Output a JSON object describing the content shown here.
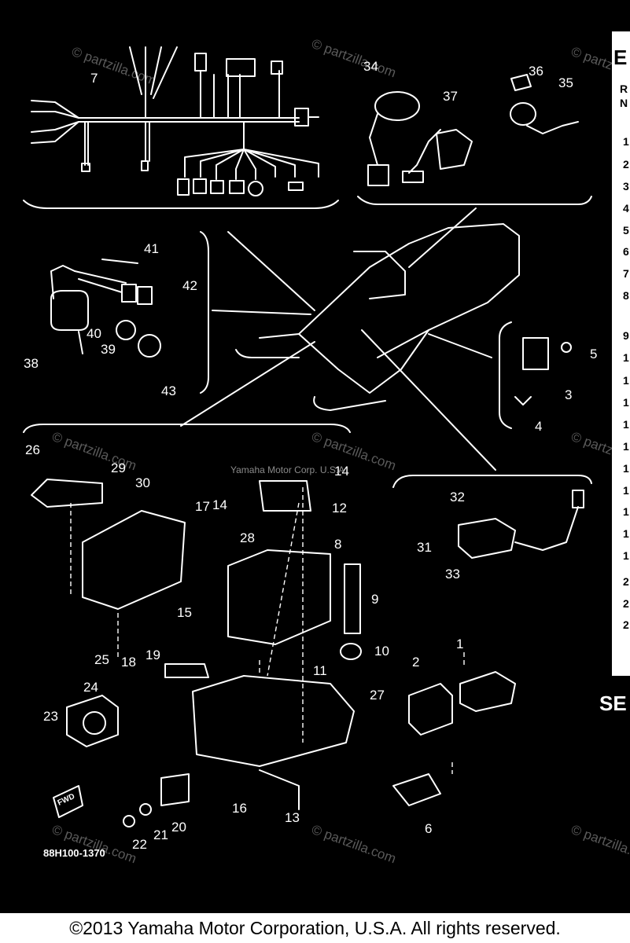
{
  "diagram": {
    "drawing_number": "88H100-1370",
    "fwd_label": "FWD",
    "center_credit": "Yamaha Motor Corp. U.S.A.",
    "watermark": "© partzilla.com",
    "right_edge_title_fragment": "E",
    "right_edge_header_fragments": [
      "R",
      "N"
    ],
    "right_edge_numbers": [
      "1",
      "2",
      "3",
      "4",
      "5",
      "6",
      "7",
      "8",
      "9",
      "1",
      "1",
      "1",
      "1",
      "1",
      "1",
      "1",
      "1",
      "1",
      "1",
      "2",
      "2",
      "2"
    ],
    "right_edge_section_fragment": "SE",
    "callouts": [
      "1",
      "2",
      "3",
      "4",
      "5",
      "6",
      "7",
      "8",
      "9",
      "10",
      "11",
      "12",
      "13",
      "14",
      "14",
      "15",
      "16",
      "17",
      "18",
      "19",
      "20",
      "21",
      "22",
      "23",
      "24",
      "25",
      "26",
      "27",
      "28",
      "29",
      "30",
      "31",
      "32",
      "33",
      "34",
      "35",
      "36",
      "37",
      "38",
      "39",
      "40",
      "41",
      "42",
      "43"
    ]
  },
  "footer": {
    "copyright": "©2013 Yamaha Motor Corporation, U.S.A. All rights reserved."
  }
}
